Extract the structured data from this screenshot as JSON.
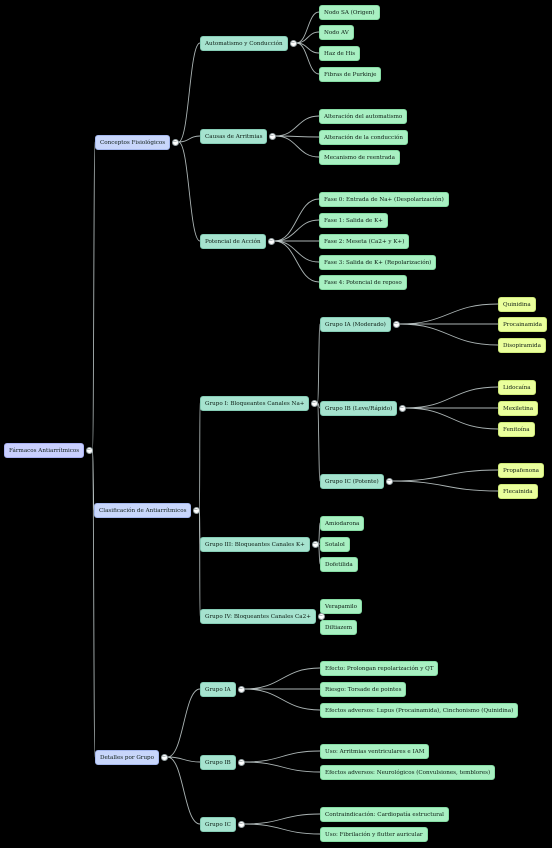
{
  "toggle_symbol": "−",
  "root": {
    "label": "Fármacos Antiarrítmicos",
    "children": [
      {
        "label": "Conceptos Fisiológicos",
        "children": [
          {
            "label": "Automatismo y Conducción",
            "children": [
              {
                "label": "Nodo SA (Origen)"
              },
              {
                "label": "Nodo AV"
              },
              {
                "label": "Haz de His"
              },
              {
                "label": "Fibras de Purkinje"
              }
            ]
          },
          {
            "label": "Causas de Arritmias",
            "children": [
              {
                "label": "Alteración del automatismo"
              },
              {
                "label": "Alteración de la conducción"
              },
              {
                "label": "Mecanismo de reentrada"
              }
            ]
          },
          {
            "label": "Potencial de Acción",
            "children": [
              {
                "label": "Fase 0: Entrada de Na+ (Despolarización)"
              },
              {
                "label": "Fase 1: Salida de K+"
              },
              {
                "label": "Fase 2: Meseta (Ca2+ y K+)"
              },
              {
                "label": "Fase 3: Salida de K+ (Repolarización)"
              },
              {
                "label": "Fase 4: Potencial de reposo"
              }
            ]
          }
        ]
      },
      {
        "label": "Clasificación de Antiarrítmicos",
        "children": [
          {
            "label": "Grupo I: Bloqueantes Canales Na+",
            "children": [
              {
                "label": "Grupo IA (Moderado)",
                "children": [
                  {
                    "label": "Quinidina"
                  },
                  {
                    "label": "Procainamida"
                  },
                  {
                    "label": "Disopiramida"
                  }
                ]
              },
              {
                "label": "Grupo IB (Leve/Rápido)",
                "children": [
                  {
                    "label": "Lidocaína"
                  },
                  {
                    "label": "Mexiletina"
                  },
                  {
                    "label": "Fenitoína"
                  }
                ]
              },
              {
                "label": "Grupo IC (Potente)",
                "children": [
                  {
                    "label": "Propafenona"
                  },
                  {
                    "label": "Flecainida"
                  }
                ]
              }
            ]
          },
          {
            "label": "Grupo III: Bloqueantes Canales K+",
            "children": [
              {
                "label": "Amiodarona"
              },
              {
                "label": "Sotalol"
              },
              {
                "label": "Dofetilida"
              }
            ]
          },
          {
            "label": "Grupo IV: Bloqueantes Canales Ca2+",
            "children": [
              {
                "label": "Verapamilo"
              },
              {
                "label": "Diltiazem"
              }
            ]
          }
        ]
      },
      {
        "label": "Detalles por Grupo",
        "children": [
          {
            "label": "Grupo IA",
            "children": [
              {
                "label": "Efecto: Prolongan repolarización y QT"
              },
              {
                "label": "Riesgo: Torsade de pointes"
              },
              {
                "label": "Efectos adversos: Lupus (Procainamida), Cinchonismo (Quinidina)"
              }
            ]
          },
          {
            "label": "Grupo IB",
            "children": [
              {
                "label": "Uso: Arritmias ventriculares e IAM"
              },
              {
                "label": "Efectos adversos: Neurológicos (Convulsiones, temblores)"
              }
            ]
          },
          {
            "label": "Grupo IC",
            "children": [
              {
                "label": "Contraindicación: Cardiopatía estructural"
              },
              {
                "label": "Uso: Fibrilación y flutter auricular"
              }
            ]
          }
        ]
      }
    ]
  }
}
